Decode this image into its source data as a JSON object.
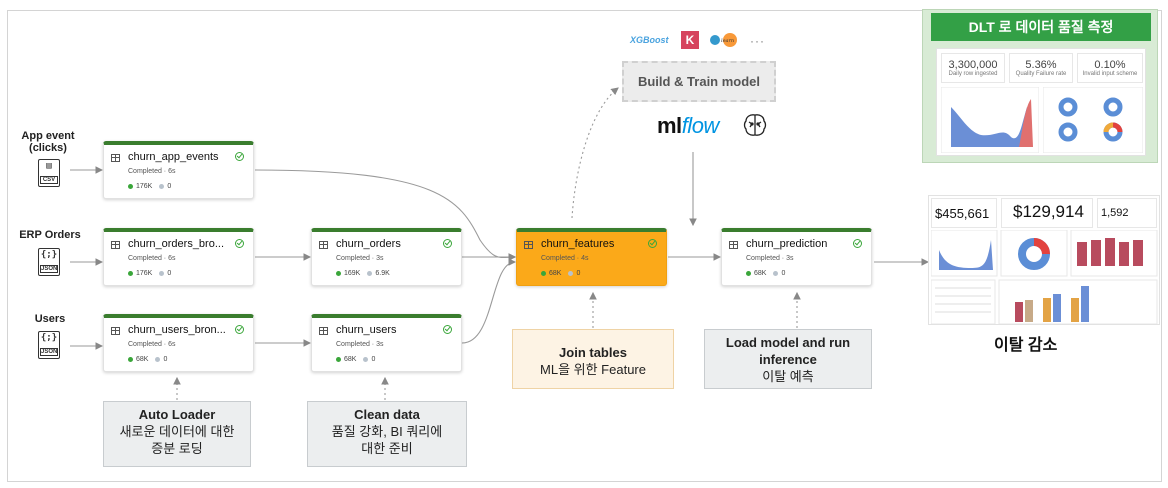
{
  "sources": [
    {
      "label": "App event\n(clicks)",
      "tag": "CSV",
      "glyph": "▤"
    },
    {
      "label": "ERP Orders",
      "tag": "JSON",
      "glyph": "{;}"
    },
    {
      "label": "Users",
      "tag": "JSON",
      "glyph": "{;}"
    }
  ],
  "nodes": {
    "app_events": {
      "name": "churn_app_events",
      "status": "Completed · 6s",
      "rows": "176K",
      "other": "0"
    },
    "orders_bronze": {
      "name": "churn_orders_bro...",
      "status": "Completed · 6s",
      "rows": "176K",
      "other": "0"
    },
    "users_bronze": {
      "name": "churn_users_bron...",
      "status": "Completed · 6s",
      "rows": "68K",
      "other": "0"
    },
    "orders": {
      "name": "churn_orders",
      "status": "Completed · 3s",
      "rows": "169K",
      "other": "6.9K"
    },
    "users": {
      "name": "churn_users",
      "status": "Completed · 3s",
      "rows": "68K",
      "other": "0"
    },
    "features": {
      "name": "churn_features",
      "status": "Completed · 4s",
      "rows": "68K",
      "other": "0"
    },
    "prediction": {
      "name": "churn_prediction",
      "status": "Completed · 3s",
      "rows": "68K",
      "other": "0"
    }
  },
  "annotations": {
    "auto_loader": {
      "title": "Auto Loader",
      "line1": "새로운 데이터에 대한",
      "line2": "증분 로딩"
    },
    "clean_data": {
      "title": "Clean data",
      "line1": "품질 강화, BI 쿼리에",
      "line2": "대한 준비"
    },
    "join_tables": {
      "title": "Join tables",
      "line1": "ML을 위한 Feature"
    },
    "inference": {
      "title": "Load model and run",
      "title2": "inference",
      "line1": "이탈 예측"
    }
  },
  "ml": {
    "build_label": "Build & Train model",
    "xgboost": "XGBoost",
    "k_logo": "K",
    "ellipsis": "···",
    "mlflow_ml": "ml",
    "mlflow_flow": "flow"
  },
  "dlt_panel": {
    "title": "DLT 로 데이터 품질 측정",
    "kpis": [
      {
        "value": "3,300,000",
        "label": "Daily row ingested"
      },
      {
        "value": "5.36%",
        "label": "Quality Failure rate"
      },
      {
        "value": "0.10%",
        "label": "Invalid input scheme"
      }
    ]
  },
  "output_dashboard": {
    "kpis": [
      "$455,661",
      "$129,914",
      "1,592"
    ],
    "label": "이탈 감소"
  },
  "colors": {
    "accent_green": "#33a046",
    "highlight_orange": "#fba919",
    "node_border": "#3a7d2e"
  }
}
